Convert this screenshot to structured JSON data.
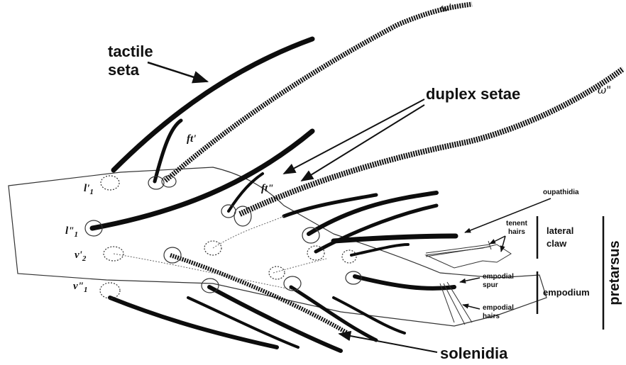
{
  "labels": {
    "tactile_seta_line1": "tactile",
    "tactile_seta_line2": "seta",
    "duplex_setae": "duplex setae",
    "omega_prime": "ω'",
    "omega_double_prime": "ω\"",
    "ft_prime": "ft'",
    "ft_double_prime": "ft\"",
    "l1_prime": "l'",
    "l1_double_prime": "l\"",
    "v2_prime": "v'",
    "v1_double_prime": "v\"",
    "sub_1": "1",
    "sub_2": "2",
    "oupathidia": "oupathidia",
    "tenent_hairs_line1": "tenent",
    "tenent_hairs_line2": "hairs",
    "lateral_claw_line1": "lateral",
    "lateral_claw_line2": "claw",
    "empodial_spur_line1": "empodial",
    "empodial_spur_line2": "spur",
    "empodium": "empodium",
    "empodial_hairs_line1": "empodial",
    "empodial_hairs_line2": "hairs",
    "pretarsus": "pretarsus",
    "solenidia": "solenidia"
  },
  "colors": {
    "ink": "#111111",
    "seta_fill": "#0d0d0d",
    "outline": "#333333",
    "dotted": "#666666"
  }
}
